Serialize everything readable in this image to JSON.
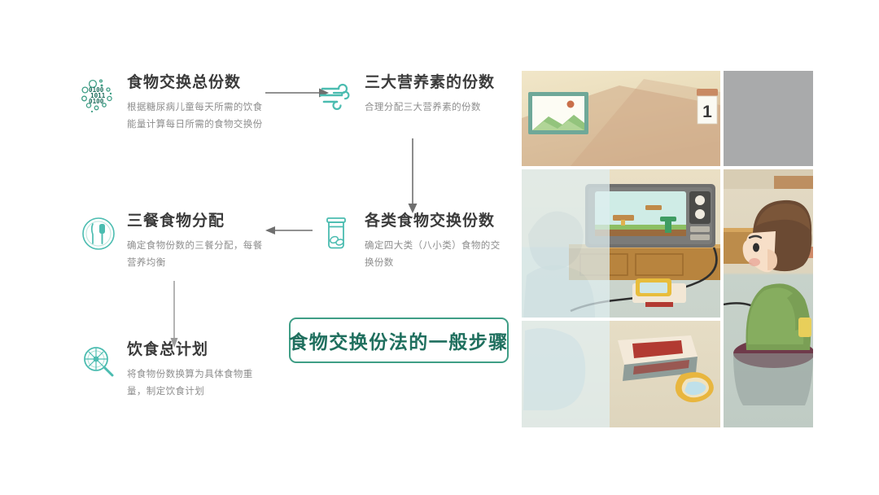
{
  "page": {
    "background": "#ffffff",
    "accent_teal": "#3f9e86",
    "accent_dark_teal": "#1f6f5e",
    "title_color": "#3b3b3b",
    "desc_color": "#8d8d8d",
    "arrow_color": "#6f6f6f"
  },
  "callout": {
    "label": "食物交换份法的一般步骤"
  },
  "steps": [
    {
      "id": "total-exchange-portions",
      "icon": "binary-molecule-icon",
      "icon_digits": [
        "0100",
        "1011",
        "0100"
      ],
      "title": "食物交换总份数",
      "desc": "根据糖尿病儿童每天所需的饮食能量计算每日所需的食物交换份"
    },
    {
      "id": "three-macronutrient-portions",
      "icon": "wind-flow-icon",
      "title": "三大营养素的份数",
      "desc": "合理分配三大营养素的份数"
    },
    {
      "id": "food-category-exchange-portions",
      "icon": "jar-icon",
      "title": "各类食物交换份数",
      "desc": "确定四大类（八小类）食物的交换份数"
    },
    {
      "id": "three-meal-distribution",
      "icon": "fork-knife-plate-icon",
      "title": "三餐食物分配",
      "desc": "确定食物份数的三餐分配，每餐营养均衡"
    },
    {
      "id": "total-diet-plan",
      "icon": "magnifier-plate-icon",
      "title": "饮食总计划",
      "desc": "将食物份数换算为具体食物重量，制定饮食计划"
    }
  ],
  "arrows": [
    {
      "id": "arrow-step1-to-step2",
      "direction": "right"
    },
    {
      "id": "arrow-step2-to-step3",
      "direction": "down"
    },
    {
      "id": "arrow-step3-to-step4",
      "direction": "left"
    },
    {
      "id": "arrow-step4-to-step5",
      "direction": "down"
    }
  ],
  "collage": {
    "description": "童年插画：男孩坐在凳子上玩红白机电视游戏",
    "tiles": [
      {
        "id": "wall-with-picture-frame",
        "content": "墙上挂画与日历"
      },
      {
        "id": "gray-block",
        "content": "灰色色块"
      },
      {
        "id": "tv-game-scene",
        "content": "复古电视与游戏画面"
      },
      {
        "id": "boy-on-stool",
        "content": "绿衣男孩坐在紫色凳子上"
      },
      {
        "id": "console-and-cartridge",
        "content": "游戏主机与黄色卡带"
      }
    ]
  }
}
